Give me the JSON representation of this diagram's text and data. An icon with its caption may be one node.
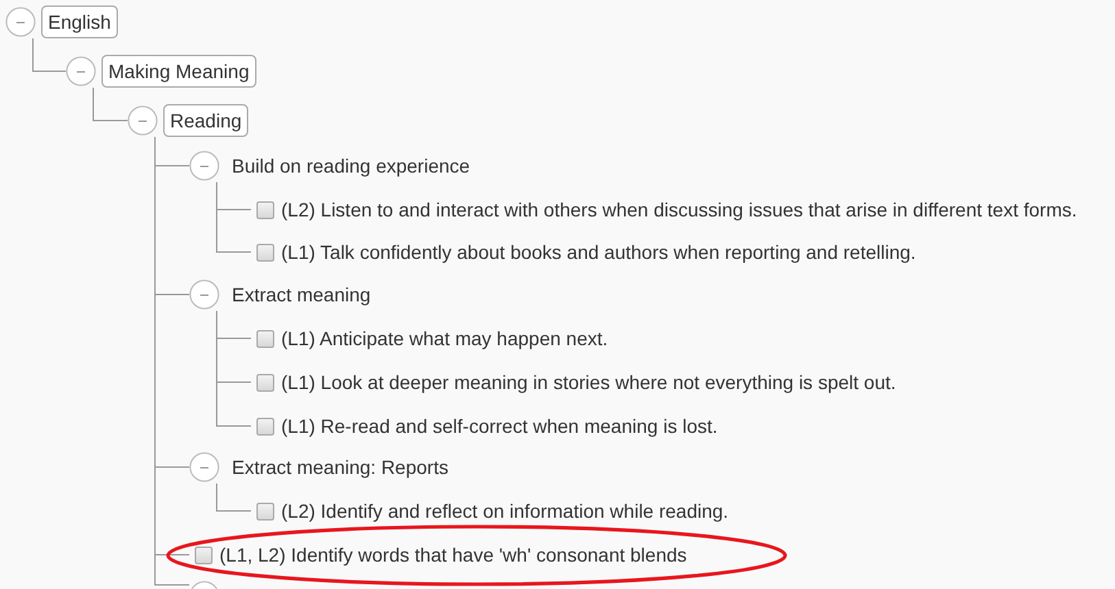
{
  "diagram": {
    "nodes": [
      {
        "text": [
          "English"
        ]
      },
      {
        "text": [
          "Making Meaning"
        ]
      },
      {
        "text": [
          "Reading"
        ]
      },
      {
        "text": [
          "Build on reading experience"
        ]
      },
      {
        "text": [
          "(L2) Listen to and interact with others when discussing issues that arise in different text forms."
        ]
      },
      {
        "text": [
          "(L1) Talk confidently about books and authors when reporting and retelling."
        ]
      },
      {
        "text": [
          "Extract meaning"
        ]
      },
      {
        "text": [
          "(L1) Anticipate what may happen next."
        ]
      },
      {
        "text": [
          "(L1) Look at deeper meaning in stories where not everything is spelt out."
        ]
      },
      {
        "text": [
          "(L1) Re-read and self-correct when meaning is lost."
        ]
      },
      {
        "text": [
          "Extract meaning: Reports"
        ]
      },
      {
        "text": [
          "(L2) Identify and reflect on information while reading."
        ]
      },
      {
        "text": [],
        "shape": "ellipse"
      },
      {
        "text": [
          "(L1, L2) Identify words that have 'wh' consonant blends"
        ],
        "in": 12
      },
      {
        "text": [],
        "shape": "circle"
      }
    ],
    "edges": [
      {
        "from": 0,
        "to": 1,
        "arrow": "none"
      },
      {
        "from": 1,
        "to": 2,
        "arrow": "none"
      },
      {
        "from": 2,
        "to": 3,
        "arrow": "none"
      },
      {
        "from": 3,
        "to": 4,
        "arrow": "none"
      },
      {
        "from": 3,
        "to": 5,
        "arrow": "none"
      },
      {
        "from": 2,
        "to": 6,
        "arrow": "none"
      },
      {
        "from": 6,
        "to": 7,
        "arrow": "none"
      },
      {
        "from": 6,
        "to": 8,
        "arrow": "none"
      },
      {
        "from": 6,
        "to": 9,
        "arrow": "none"
      },
      {
        "from": 2,
        "to": 10,
        "arrow": "none"
      },
      {
        "from": 10,
        "to": 11,
        "arrow": "none"
      },
      {
        "from": 2,
        "to": 13,
        "arrow": "none"
      },
      {
        "from": 2,
        "to": 14,
        "arrow": "none"
      }
    ]
  }
}
